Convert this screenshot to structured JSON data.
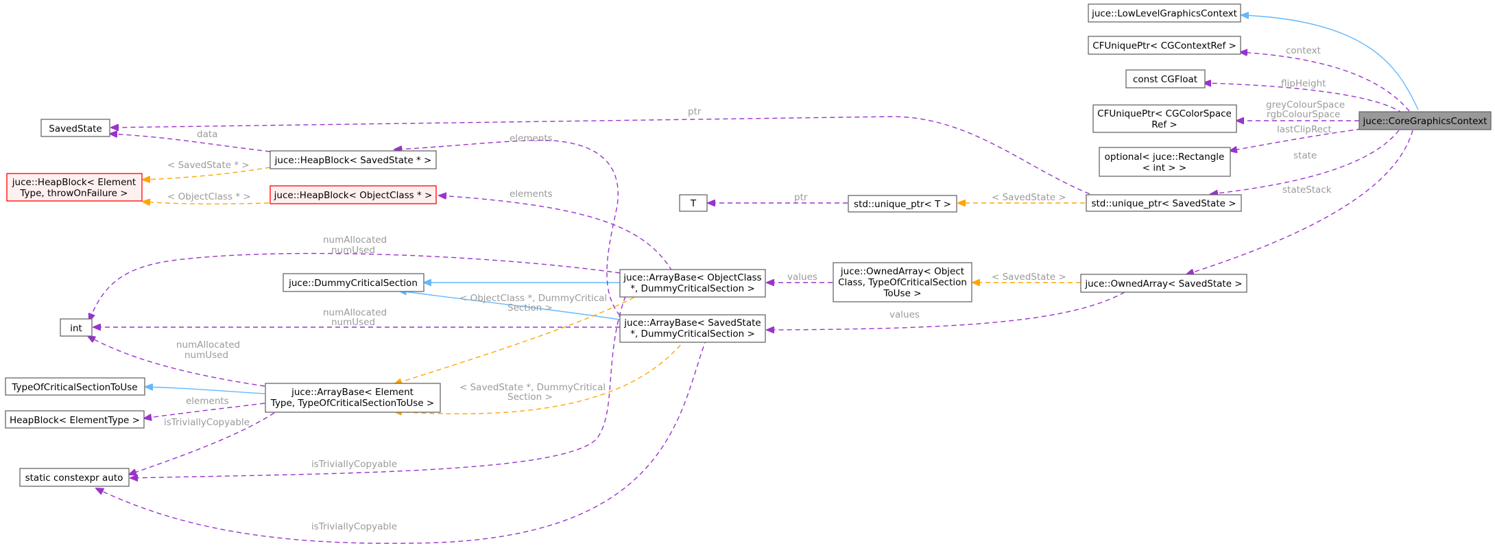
{
  "nodes": {
    "core": "juce::CoreGraphicsContext",
    "low_level": "juce::LowLevelGraphicsContext",
    "cf_context": "CFUniquePtr< CGContextRef >",
    "cgfloat": "const CGFloat",
    "cf_colorspace": [
      "CFUniquePtr< CGColorSpace",
      "Ref >"
    ],
    "optional_rect": [
      "optional< juce::Rectangle",
      "< int > >"
    ],
    "uptr_saved": "std::unique_ptr< SavedState >",
    "uptr_t": "std::unique_ptr< T >",
    "t": "T",
    "owned_saved": "juce::OwnedArray< SavedState >",
    "owned_obj": [
      "juce::OwnedArray< Object",
      "Class, TypeOfCriticalSection",
      "ToUse >"
    ],
    "arraybase_obj": [
      "juce::ArrayBase< ObjectClass",
      "*, DummyCriticalSection >"
    ],
    "arraybase_saved": [
      "juce::ArrayBase< SavedState",
      "*, DummyCriticalSection >"
    ],
    "dummy_cs": "juce::DummyCriticalSection",
    "heap_saved": "juce::HeapBlock< SavedState * >",
    "heap_obj": "juce::HeapBlock< ObjectClass * >",
    "saved_state": "SavedState",
    "heap_element": [
      "juce::HeapBlock< Element",
      "Type, throwOnFailure >"
    ],
    "int": "int",
    "arraybase_elem": [
      "juce::ArrayBase< Element",
      "Type, TypeOfCriticalSectionToUse >"
    ],
    "type_cs": "TypeOfCriticalSectionToUse",
    "heap_elemtype": "HeapBlock< ElementType >",
    "static_auto": "static constexpr auto"
  },
  "edge_labels": {
    "context": "context",
    "flip_height": "flipHeight",
    "colour_space": [
      "greyColourSpace",
      "rgbColourSpace"
    ],
    "last_clip": "lastClipRect",
    "state": "state",
    "state_stack": "stateStack",
    "ptr_saved": "ptr",
    "ptr_t": "ptr",
    "tmpl_saved_uptr": "< SavedState >",
    "tmpl_saved_owned": "< SavedState >",
    "values_obj": "values",
    "values_saved": "values",
    "data": "data",
    "tmpl_saved_ptr": "< SavedState * >",
    "tmpl_obj_ptr": "< ObjectClass * >",
    "elements_saved": "elements",
    "elements_obj": "elements",
    "num_obj": [
      "numAllocated",
      "numUsed"
    ],
    "num_saved": [
      "numAllocated",
      "numUsed"
    ],
    "num_elem": [
      "numAllocated",
      "numUsed"
    ],
    "tmpl_obj_cs": [
      "< ObjectClass *, DummyCritical",
      "Section >"
    ],
    "tmpl_saved_cs": [
      "< SavedState *, DummyCritical",
      "Section >"
    ],
    "elements_elem": "elements",
    "trivial_elem": "isTriviallyCopyable",
    "trivial_obj": "isTriviallyCopyable",
    "trivial_saved": "isTriviallyCopyable"
  }
}
